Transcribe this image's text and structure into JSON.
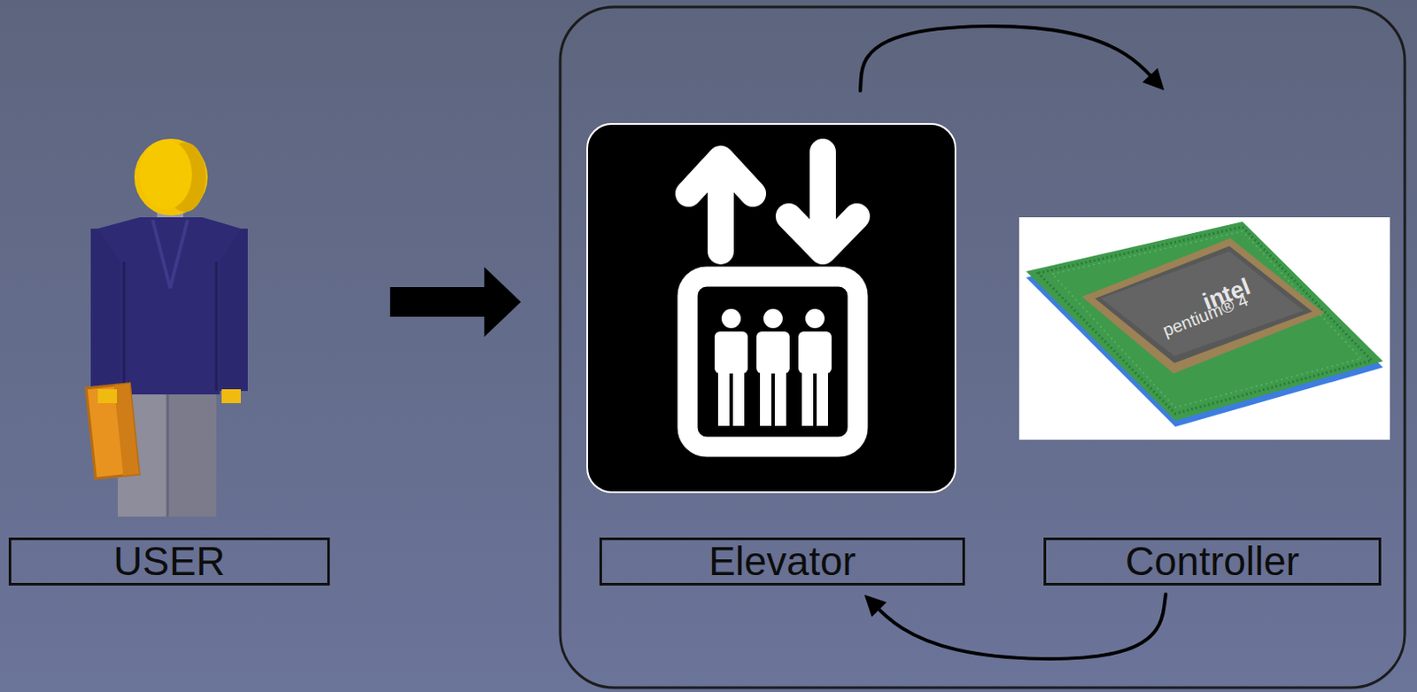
{
  "diagram": {
    "nodes": [
      {
        "text": [
          "USER"
        ]
      },
      {
        "text": [
          "Elevator"
        ]
      },
      {
        "text": [
          "Controller"
        ]
      }
    ],
    "edges": [
      {
        "from": 0,
        "to": 1,
        "arrow": "to"
      },
      {
        "from": 1,
        "to": 2,
        "arrow": "to"
      },
      {
        "from": 2,
        "to": 1,
        "arrow": "to"
      }
    ],
    "labels": [
      "intel",
      "pentium® 4"
    ]
  }
}
